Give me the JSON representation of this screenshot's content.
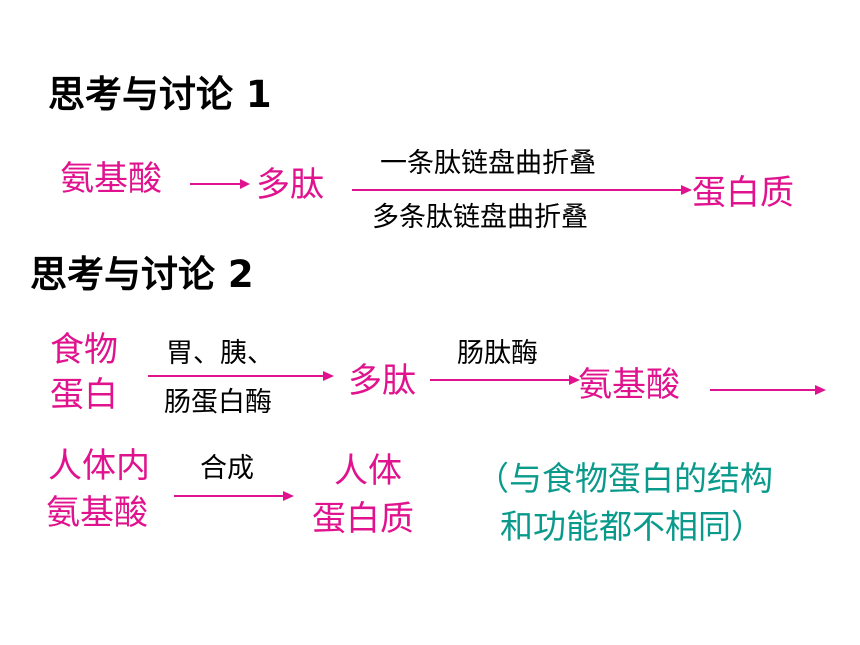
{
  "section1": {
    "title": "思考与讨论 1",
    "start": "氨基酸",
    "mid": "多肽",
    "upper_label": "一条肽链盘曲折叠",
    "lower_label": "多条肽链盘曲折叠",
    "end": "蛋白质"
  },
  "section2": {
    "title": "思考与讨论 2",
    "food_protein": [
      "食物",
      "蛋白"
    ],
    "enzyme1_upper": "胃、胰、",
    "enzyme1_lower": "肠蛋白酶",
    "mid": "多肽",
    "enzyme2": "肠肽酶",
    "end": "氨基酸",
    "body_amino": [
      "人体内",
      "氨基酸"
    ],
    "synth_label": "合成",
    "body_protein": [
      "人体",
      "蛋白质"
    ],
    "note": [
      "（与食物蛋白的结构",
      "和功能都不相同）"
    ]
  },
  "colors": {
    "magenta": "#e0128e",
    "teal": "#0a9a8c",
    "black": "#000000"
  }
}
